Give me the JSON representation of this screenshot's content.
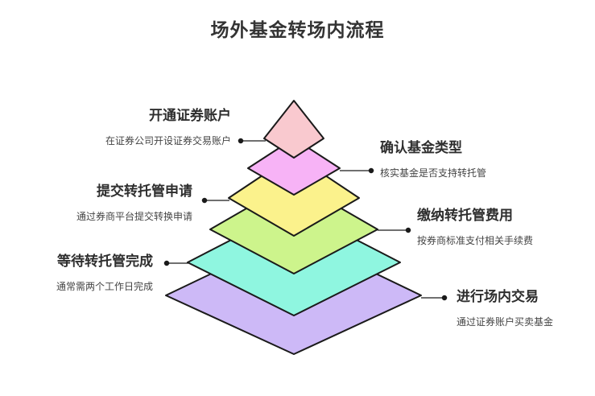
{
  "title": "场外基金转场内流程",
  "steps": [
    {
      "title": "开通证券账户",
      "desc": "在证券公司开设证券交易账户",
      "color": "#f9c9cf"
    },
    {
      "title": "确认基金类型",
      "desc": "核实基金是否支持转托管",
      "color": "#f7b3f6"
    },
    {
      "title": "提交转托管申请",
      "desc": "通过券商平台提交转换申请",
      "color": "#fbf28c"
    },
    {
      "title": "缴纳转托管费用",
      "desc": "按券商标准支付相关手续费",
      "color": "#cdf48c"
    },
    {
      "title": "等待转托管完成",
      "desc": "通常需两个工作日完成",
      "color": "#8ff6e0"
    },
    {
      "title": "进行场内交易",
      "desc": "通过证券账户买卖基金",
      "color": "#cdb9f7"
    }
  ]
}
